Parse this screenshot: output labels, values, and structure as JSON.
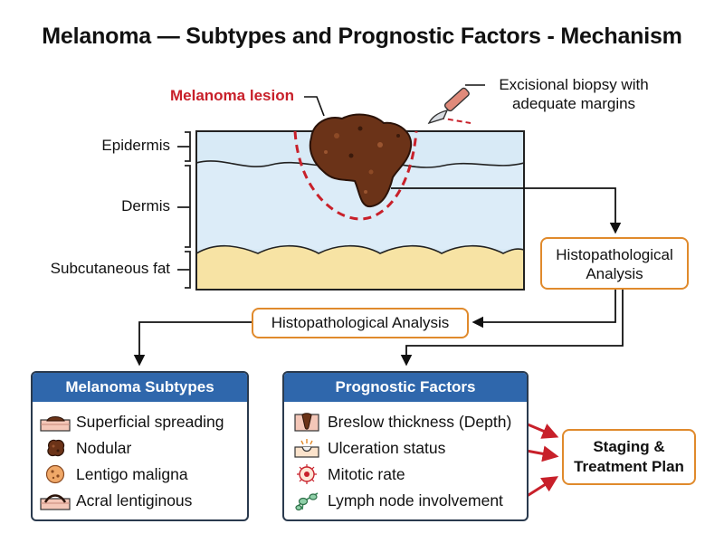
{
  "title": "Melanoma — Subtypes and Prognostic Factors - Mechanism",
  "skin_diagram": {
    "lesion_label": "Melanoma lesion",
    "biopsy_label_line1": "Excisional biopsy with",
    "biopsy_label_line2": "adequate margins",
    "layers": {
      "epidermis": "Epidermis",
      "dermis": "Dermis",
      "subcutaneous": "Subcutaneous fat"
    }
  },
  "flow": {
    "right_box_line1": "Histopathological",
    "right_box_line2": "Analysis",
    "middle_box": "Histopathological Analysis"
  },
  "subtypes": {
    "header": "Melanoma Subtypes",
    "items": [
      {
        "label": "Superficial spreading",
        "icon": "superficial-spreading-icon"
      },
      {
        "label": "Nodular",
        "icon": "nodular-icon"
      },
      {
        "label": "Lentigo maligna",
        "icon": "lentigo-maligna-icon"
      },
      {
        "label": "Acral lentiginous",
        "icon": "acral-lentiginous-icon"
      }
    ]
  },
  "prognostic": {
    "header": "Prognostic Factors",
    "items": [
      {
        "label": "Breslow thickness (Depth)",
        "icon": "breslow-thickness-icon"
      },
      {
        "label": "Ulceration status",
        "icon": "ulceration-icon"
      },
      {
        "label": "Mitotic rate",
        "icon": "mitotic-cell-icon"
      },
      {
        "label": "Lymph node involvement",
        "icon": "lymph-node-icon"
      }
    ]
  },
  "staging": {
    "line1": "Staging &",
    "line2": "Treatment Plan"
  },
  "colors": {
    "accent_orange": "#e08a2c",
    "header_blue": "#2f67ac",
    "lesion_red": "#c8202a",
    "lesion_brown": "#6b3318",
    "skin_blue": "#d8eaf6",
    "fat_yellow": "#f7e3a4"
  }
}
